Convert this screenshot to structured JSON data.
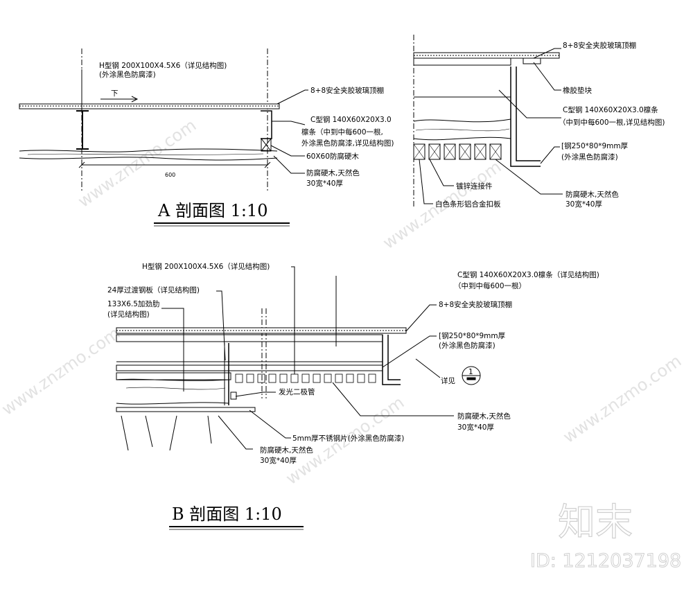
{
  "section_a": {
    "title": "A 剖面图   1:10",
    "labels": {
      "h_steel_1": "H型钢 200X100X4.5X6（详见结构图)",
      "h_steel_2": "(外涂黑色防腐漆)",
      "arrow_down": "下",
      "glass_roof": "8+8安全夹胶玻璃顶棚",
      "c_steel_1": "C型钢  140X60X20X3.0",
      "c_steel_2": "檩条（中到中每600一根,",
      "c_steel_3": "外涂黑色防腐漆,详见结构图)",
      "hardwood_60": "60X60防腐硬木",
      "hardwood_1": "防腐硬木,天然色",
      "hardwood_2": "30宽*40厚",
      "dim_600": "600"
    }
  },
  "detail_a": {
    "labels": {
      "glass_roof": "8+8安全夹胶玻璃顶棚",
      "rubber_pad": "橡胶垫块",
      "c_steel_1": "C型钢  140X60X20X3.0檩条",
      "c_steel_2": "（中到中每600一根,详见结构图)",
      "channel_1": "[钢250*80*9mm厚",
      "channel_2": "(外涂黑色防腐漆)",
      "galv_connector": "镀锌连接件",
      "aluminium_strip": "白色条形铝合金扣板",
      "hardwood_1": "防腐硬木,天然色",
      "hardwood_2": "30宽*40厚"
    }
  },
  "section_b": {
    "title": "B 剖面图   1:10",
    "labels": {
      "h_steel": "H型钢 200X100X4.5X6（详见结构图)",
      "c_steel_1": "C型钢  140X60X20X3.0檩条（详见结构图)",
      "c_steel_2": "（中到中每600一根）",
      "transition_plate": "24厚过渡钢板（详见结构图)",
      "stiffener_1": "133X6.5加劲肋",
      "stiffener_2": "(详见结构图)",
      "glass_roof": "8+8安全夹胶玻璃顶棚",
      "channel_1": "[钢250*80*9mm厚",
      "channel_2": "(外涂黑色防腐漆)",
      "see_detail": "详见",
      "detail_no": "1",
      "led_tube": "发光二极管",
      "hardwood_1": "防腐硬木,天然色",
      "hardwood_2": "30宽*40厚",
      "stainless": "5mm厚不锈钢片(外涂黑色防腐漆)",
      "hardwood_low_1": "防腐硬木,天然色",
      "hardwood_low_2": "30宽*40厚"
    }
  },
  "watermark": {
    "site": "www.znzmo.com",
    "logo": "知末",
    "id": "ID: 1212037198"
  }
}
